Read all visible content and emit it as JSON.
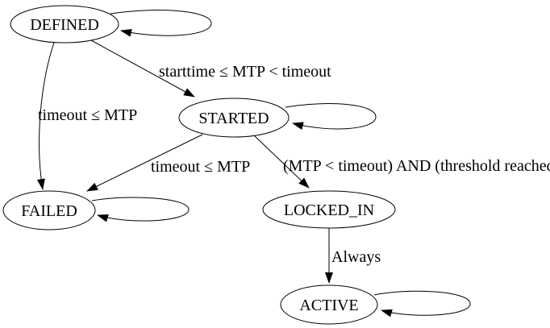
{
  "diagram": {
    "type": "state-machine",
    "background_color": "#ffffff",
    "stroke_color": "#000000",
    "nodes": [
      {
        "id": "DEFINED",
        "label": "DEFINED"
      },
      {
        "id": "STARTED",
        "label": "STARTED"
      },
      {
        "id": "FAILED",
        "label": "FAILED"
      },
      {
        "id": "LOCKED_IN",
        "label": "LOCKED_IN"
      },
      {
        "id": "ACTIVE",
        "label": "ACTIVE"
      }
    ],
    "edges": [
      {
        "from": "DEFINED",
        "to": "DEFINED",
        "label": ""
      },
      {
        "from": "DEFINED",
        "to": "STARTED",
        "label": "starttime ≤ MTP < timeout"
      },
      {
        "from": "DEFINED",
        "to": "FAILED",
        "label": "timeout ≤ MTP"
      },
      {
        "from": "STARTED",
        "to": "STARTED",
        "label": ""
      },
      {
        "from": "STARTED",
        "to": "FAILED",
        "label": "timeout ≤ MTP"
      },
      {
        "from": "STARTED",
        "to": "LOCKED_IN",
        "label": "(MTP < timeout) AND (threshold reached)"
      },
      {
        "from": "FAILED",
        "to": "FAILED",
        "label": ""
      },
      {
        "from": "LOCKED_IN",
        "to": "ACTIVE",
        "label": "Always"
      },
      {
        "from": "ACTIVE",
        "to": "ACTIVE",
        "label": ""
      }
    ]
  }
}
